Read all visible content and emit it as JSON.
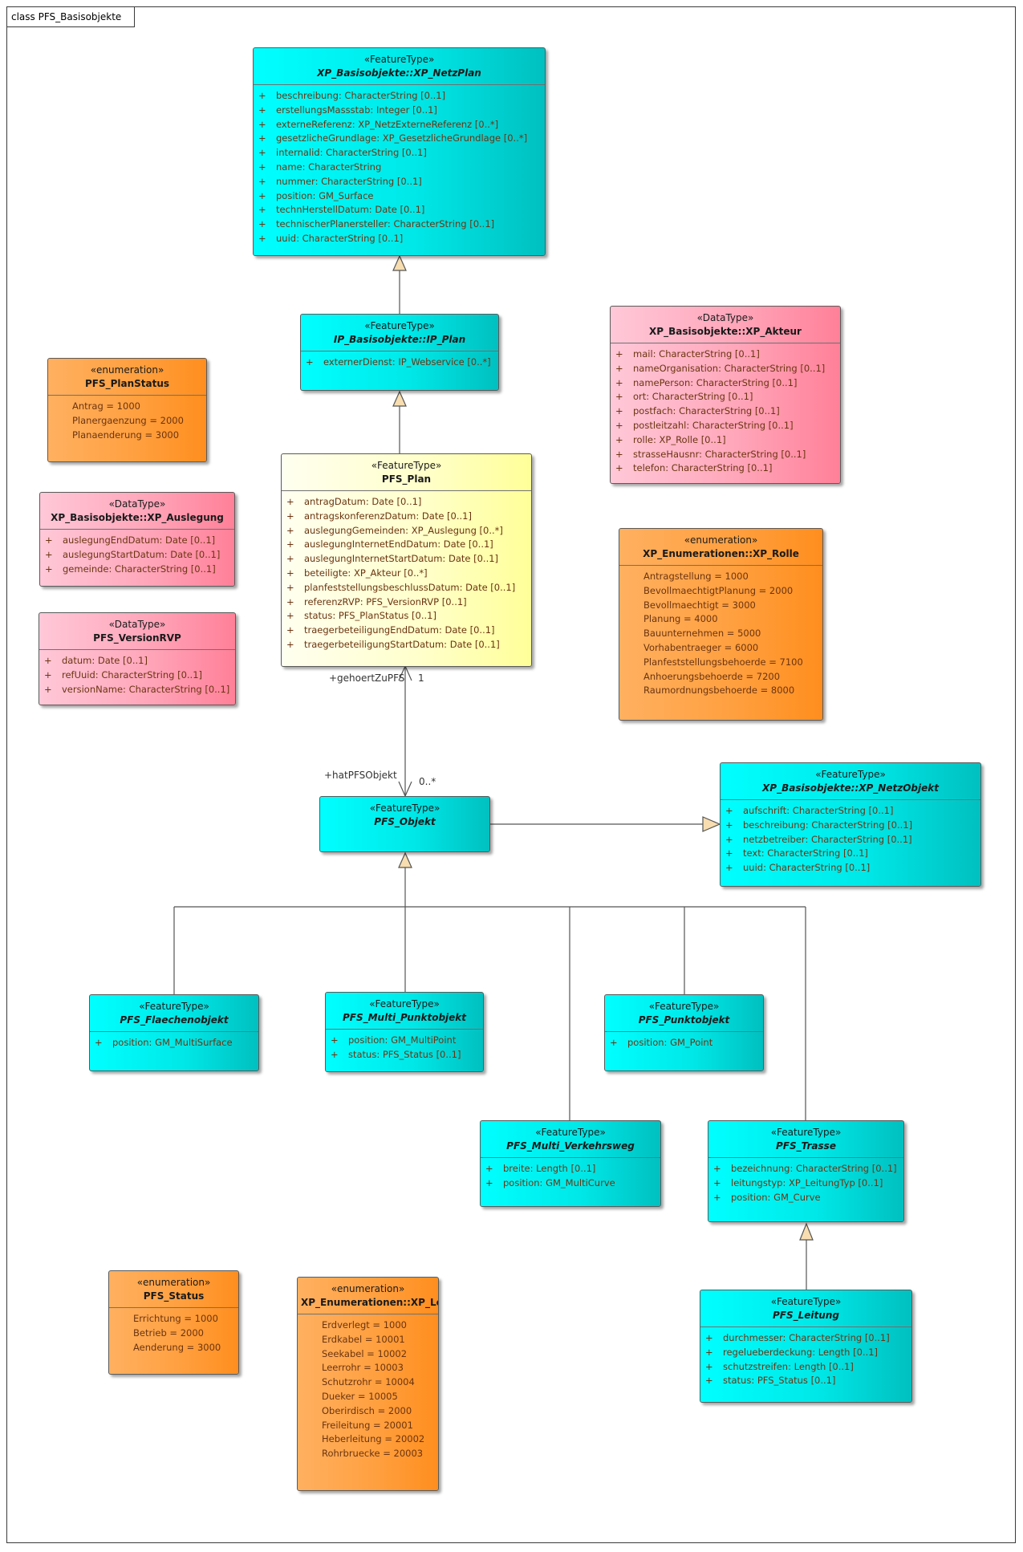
{
  "frame_title": "class PFS_Basisobjekte",
  "labels": {
    "gehoertZuPFS": "+gehoertZuPFS",
    "one": "1",
    "hatPFSObjekt": "+hatPFSObjekt",
    "many": "0..*"
  },
  "classes": {
    "xp_netzplan": {
      "stereotype": "«FeatureType»",
      "name": "XP_Basisobjekte::XP_NetzPlan",
      "attributes": [
        "beschreibung: CharacterString [0..1]",
        "erstellungsMassstab: Integer [0..1]",
        "externeReferenz: XP_NetzExterneReferenz [0..*]",
        "gesetzlicheGrundlage: XP_GesetzlicheGrundlage [0..*]",
        "internalid: CharacterString [0..1]",
        "name: CharacterString",
        "nummer: CharacterString [0..1]",
        "position: GM_Surface",
        "technHerstellDatum: Date [0..1]",
        "technischerPlanersteller: CharacterString [0..1]",
        "uuid: CharacterString [0..1]"
      ]
    },
    "ip_plan": {
      "stereotype": "«FeatureType»",
      "name": "IP_Basisobjekte::IP_Plan",
      "attributes": [
        "externerDienst: IP_Webservice [0..*]"
      ]
    },
    "pfs_plan": {
      "stereotype": "«FeatureType»",
      "name": "PFS_Plan",
      "attributes": [
        "antragDatum: Date [0..1]",
        "antragskonferenzDatum: Date [0..1]",
        "auslegungGemeinden: XP_Auslegung [0..*]",
        "auslegungInternetEndDatum: Date [0..1]",
        "auslegungInternetStartDatum: Date [0..1]",
        "beteiligte: XP_Akteur [0..*]",
        "planfeststellungsbeschlussDatum: Date [0..1]",
        "referenzRVP: PFS_VersionRVP [0..1]",
        "status: PFS_PlanStatus [0..1]",
        "traegerbeteiligungEndDatum: Date [0..1]",
        "traegerbeteiligungStartDatum: Date [0..1]"
      ]
    },
    "pfs_planstatus": {
      "stereotype": "«enumeration»",
      "name": "PFS_PlanStatus",
      "attributes": [
        "Antrag = 1000",
        "Planergaenzung = 2000",
        "Planaenderung = 3000"
      ]
    },
    "xp_auslegung": {
      "stereotype": "«DataType»",
      "name": "XP_Basisobjekte::XP_Auslegung",
      "attributes": [
        "auslegungEndDatum: Date [0..1]",
        "auslegungStartDatum: Date [0..1]",
        "gemeinde: CharacterString [0..1]"
      ]
    },
    "pfs_versionrvp": {
      "stereotype": "«DataType»",
      "name": "PFS_VersionRVP",
      "attributes": [
        "datum: Date [0..1]",
        "refUuid: CharacterString [0..1]",
        "versionName: CharacterString [0..1]"
      ]
    },
    "xp_akteur": {
      "stereotype": "«DataType»",
      "name": "XP_Basisobjekte::XP_Akteur",
      "attributes": [
        "mail: CharacterString [0..1]",
        "nameOrganisation: CharacterString [0..1]",
        "namePerson: CharacterString [0..1]",
        "ort: CharacterString [0..1]",
        "postfach: CharacterString [0..1]",
        "postleitzahl: CharacterString [0..1]",
        "rolle: XP_Rolle [0..1]",
        "strasseHausnr: CharacterString [0..1]",
        "telefon: CharacterString [0..1]"
      ]
    },
    "xp_rolle": {
      "stereotype": "«enumeration»",
      "name": "XP_Enumerationen::XP_Rolle",
      "attributes": [
        "Antragstellung = 1000",
        "BevollmaechtigtPlanung = 2000",
        "Bevollmaechtigt = 3000",
        "Planung = 4000",
        "Bauunternehmen = 5000",
        "Vorhabentraeger = 6000",
        "Planfeststellungsbehoerde = 7100",
        "Anhoerungsbehoerde = 7200",
        "Raumordnungsbehoerde = 8000"
      ]
    },
    "pfs_objekt": {
      "stereotype": "«FeatureType»",
      "name": "PFS_Objekt",
      "attributes": []
    },
    "xp_netzobjekt": {
      "stereotype": "«FeatureType»",
      "name": "XP_Basisobjekte::XP_NetzObjekt",
      "attributes": [
        "aufschrift: CharacterString [0..1]",
        "beschreibung: CharacterString [0..1]",
        "netzbetreiber: CharacterString [0..1]",
        "text: CharacterString [0..1]",
        "uuid: CharacterString [0..1]"
      ]
    },
    "pfs_flaechenobjekt": {
      "stereotype": "«FeatureType»",
      "name": "PFS_Flaechenobjekt",
      "attributes": [
        "position: GM_MultiSurface"
      ]
    },
    "pfs_multi_punktobjekt": {
      "stereotype": "«FeatureType»",
      "name": "PFS_Multi_Punktobjekt",
      "attributes": [
        "position: GM_MultiPoint",
        "status: PFS_Status [0..1]"
      ]
    },
    "pfs_punktobjekt": {
      "stereotype": "«FeatureType»",
      "name": "PFS_Punktobjekt",
      "attributes": [
        "position: GM_Point"
      ]
    },
    "pfs_multi_verkehrsweg": {
      "stereotype": "«FeatureType»",
      "name": "PFS_Multi_Verkehrsweg",
      "attributes": [
        "breite: Length [0..1]",
        "position: GM_MultiCurve"
      ]
    },
    "pfs_trasse": {
      "stereotype": "«FeatureType»",
      "name": "PFS_Trasse",
      "attributes": [
        "bezeichnung: CharacterString [0..1]",
        "leitungstyp: XP_LeitungTyp [0..1]",
        "position: GM_Curve"
      ]
    },
    "pfs_status": {
      "stereotype": "«enumeration»",
      "name": "PFS_Status",
      "attributes": [
        "Errichtung = 1000",
        "Betrieb = 2000",
        "Aenderung = 3000"
      ]
    },
    "xp_leitungtyp": {
      "stereotype": "«enumeration»",
      "name": "XP_Enumerationen::XP_LeitungTyp",
      "attributes": [
        "Erdverlegt = 1000",
        "Erdkabel = 10001",
        "Seekabel = 10002",
        "Leerrohr = 10003",
        "Schutzrohr = 10004",
        "Dueker = 10005",
        "Oberirdisch = 2000",
        "Freileitung = 20001",
        "Heberleitung = 20002",
        "Rohrbruecke = 20003"
      ]
    },
    "pfs_leitung": {
      "stereotype": "«FeatureType»",
      "name": "PFS_Leitung",
      "attributes": [
        "durchmesser: CharacterString [0..1]",
        "regelueberdeckung: Length [0..1]",
        "schutzstreifen: Length [0..1]",
        "status: PFS_Status [0..1]"
      ]
    }
  }
}
